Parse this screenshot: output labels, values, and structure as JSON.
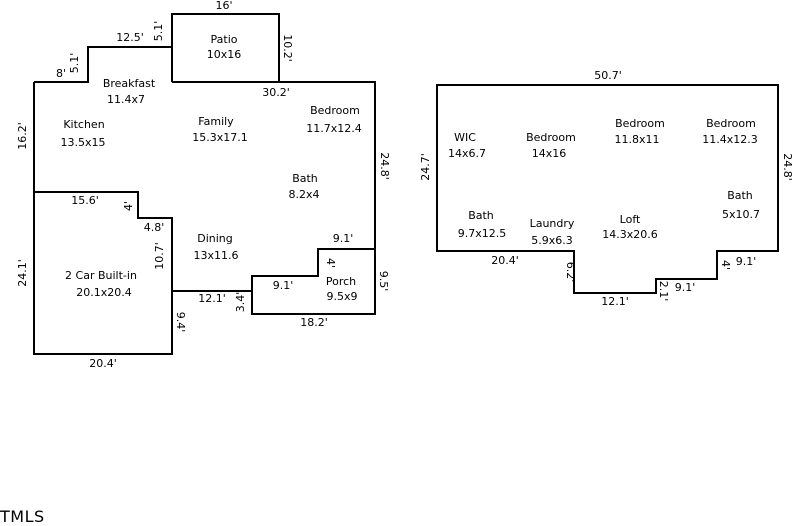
{
  "first_floor": {
    "rooms": [
      {
        "id": "patio",
        "name": "Patio",
        "size": "10x16"
      },
      {
        "id": "breakfast",
        "name": "Breakfast",
        "size": "11.4x7"
      },
      {
        "id": "kitchen",
        "name": "Kitchen",
        "size": "13.5x15"
      },
      {
        "id": "family",
        "name": "Family",
        "size": "15.3x17.1"
      },
      {
        "id": "bedroom",
        "name": "Bedroom",
        "size": "11.7x12.4"
      },
      {
        "id": "bath",
        "name": "Bath",
        "size": "8.2x4"
      },
      {
        "id": "dining",
        "name": "Dining",
        "size": "13x11.6"
      },
      {
        "id": "garage",
        "name": "2 Car Built-in",
        "size": "20.1x20.4"
      },
      {
        "id": "porch",
        "name": "Porch",
        "size": "9.5x9"
      }
    ],
    "dimensions": [
      "16'",
      "5.1'",
      "10.2'",
      "12.5'",
      "5.1'",
      "8'",
      "30.2'",
      "16.2'",
      "24.8'",
      "15.6'",
      "4'",
      "4.8'",
      "10.7'",
      "9.1'",
      "4'",
      "24.1'",
      "12.1'",
      "3.4'",
      "9.1'",
      "9.5'",
      "18.2'",
      "9.4'",
      "20.4'"
    ]
  },
  "second_floor": {
    "rooms": [
      {
        "id": "wic",
        "name": "WIC",
        "size": "14x6.7"
      },
      {
        "id": "bedroom2",
        "name": "Bedroom",
        "size": "14x16"
      },
      {
        "id": "bedroom3",
        "name": "Bedroom",
        "size": "11.8x11"
      },
      {
        "id": "bedroom4",
        "name": "Bedroom",
        "size": "11.4x12.3"
      },
      {
        "id": "bath2",
        "name": "Bath",
        "size": "5x10.7"
      },
      {
        "id": "bath3",
        "name": "Bath",
        "size": "9.7x12.5"
      },
      {
        "id": "laundry",
        "name": "Laundry",
        "size": "5.9x6.3"
      },
      {
        "id": "loft",
        "name": "Loft",
        "size": "14.3x20.6"
      }
    ],
    "dimensions": [
      "50.7'",
      "24.7'",
      "24.8'",
      "20.4'",
      "6.2'",
      "12.1'",
      "2.1'",
      "9.1'",
      "4'",
      "9.1'"
    ]
  },
  "watermark": "TMLS"
}
